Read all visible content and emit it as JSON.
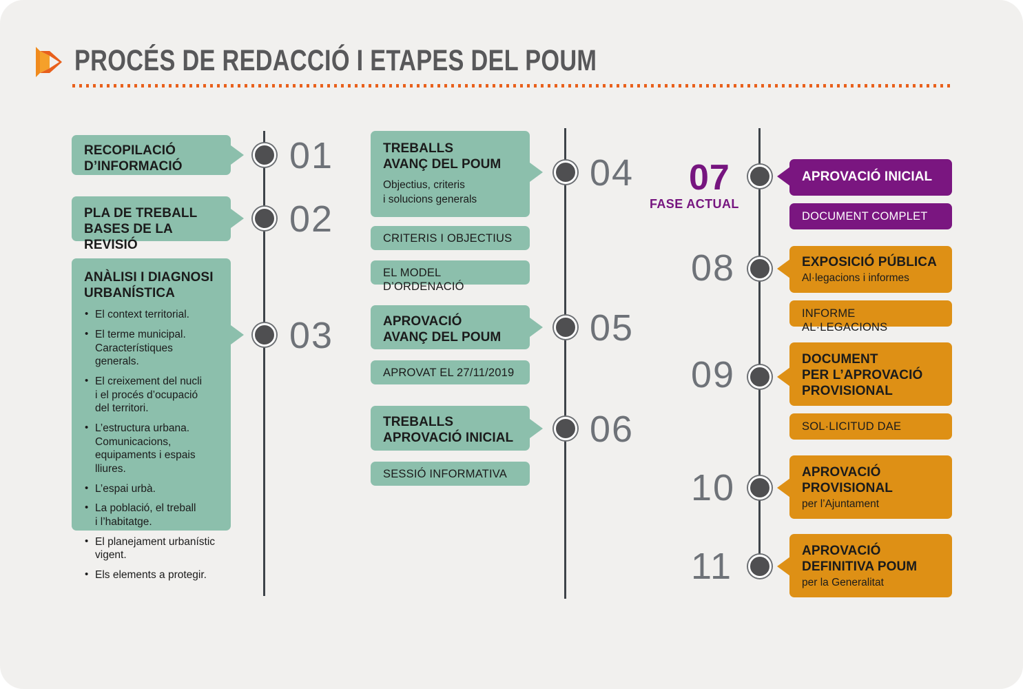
{
  "page": {
    "title": "PROCÉS DE REDACCIÓ I ETAPES DEL POUM",
    "background": "#F1F0EE",
    "accent_orange": "#E8601C",
    "teal": "#8CBFAC",
    "purple": "#7A1680",
    "orange": "#DE9015",
    "number_gray": "#6E7278",
    "logo_icon": "orange-play-triangle-icon"
  },
  "columns": [
    {
      "id": "column-1",
      "steps": [
        {
          "number": "01",
          "title": "RECOPILACIÓ\nD’INFORMACIÓ",
          "title_lines": [
            "RECOPILACIÓ",
            "D’INFORMACIÓ"
          ]
        },
        {
          "number": "02",
          "title_lines": [
            "PLA DE TREBALL",
            "BASES DE LA REVISIÓ"
          ]
        },
        {
          "number": "03",
          "title_lines": [
            "ANÀLISI I DIAGNOSI",
            "URBANÍSTICA"
          ],
          "bullets": [
            "El context territorial.",
            "El terme municipal.\nCaracterístiques generals.",
            "El creixement del nucli\ni el procés d’ocupació\ndel territori.",
            "L’estructura urbana.\nComunicacions,\nequipaments i espais lliures.",
            "L’espai urbà.",
            "La població, el treball\ni l’habitatge.",
            "El planejament urbanístic\nvigent.",
            "Els elements a protegir."
          ]
        }
      ]
    },
    {
      "id": "column-2",
      "steps": [
        {
          "number": "04",
          "title_lines": [
            "TREBALLS",
            "AVANÇ DEL POUM"
          ],
          "sub_lines": [
            "Objectius, criteris",
            "i solucions generals"
          ],
          "sub_cards": [
            "CRITERIS I OBJECTIUS",
            "EL MODEL D’ORDENACIÓ"
          ]
        },
        {
          "number": "05",
          "title_lines": [
            "APROVACIÓ",
            "AVANÇ DEL POUM"
          ],
          "sub_cards": [
            "APROVAT EL 27/11/2019"
          ]
        },
        {
          "number": "06",
          "title_lines": [
            "TREBALLS",
            "APROVACIÓ INICIAL"
          ],
          "sub_cards": [
            "SESSIÓ INFORMATIVA"
          ]
        }
      ]
    },
    {
      "id": "column-3",
      "steps": [
        {
          "number": "07",
          "status": "FASE ACTUAL",
          "color": "purple",
          "title_lines": [
            "APROVACIÓ INICIAL"
          ],
          "sub_cards": [
            "DOCUMENT COMPLET"
          ]
        },
        {
          "number": "08",
          "color": "orange",
          "title_lines": [
            "EXPOSICIÓ PÚBLICA"
          ],
          "sub_lines": [
            "Al·legacions i informes"
          ],
          "sub_cards": [
            "INFORME AL·LEGACIONS"
          ]
        },
        {
          "number": "09",
          "color": "orange",
          "title_lines": [
            "DOCUMENT",
            "PER L’APROVACIÓ",
            "PROVISIONAL"
          ],
          "sub_cards": [
            "SOL·LICITUD DAE"
          ]
        },
        {
          "number": "10",
          "color": "orange",
          "title_lines": [
            "APROVACIÓ",
            "PROVISIONAL"
          ],
          "sub_lines": [
            "per l’Ajuntament"
          ],
          "sub_cards": []
        },
        {
          "number": "11",
          "color": "orange",
          "title_lines": [
            "APROVACIÓ",
            "DEFINITIVA POUM"
          ],
          "sub_lines": [
            "per la Generalitat"
          ],
          "sub_cards": []
        }
      ]
    }
  ]
}
